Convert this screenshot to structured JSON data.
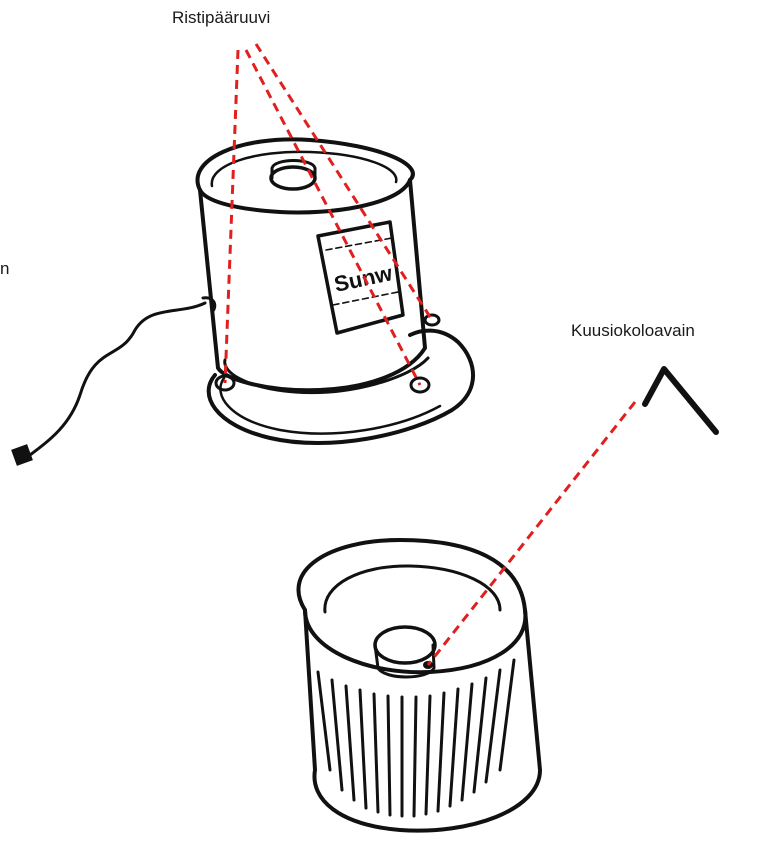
{
  "labels": {
    "screws": "Ristipääruuvi",
    "hex_key": "Kuusiokoloavain",
    "cut_off": "n"
  },
  "motor_brand": "Sunw",
  "colors": {
    "leader_line": "#e0201f",
    "ink": "#111111",
    "background": "#ffffff"
  }
}
